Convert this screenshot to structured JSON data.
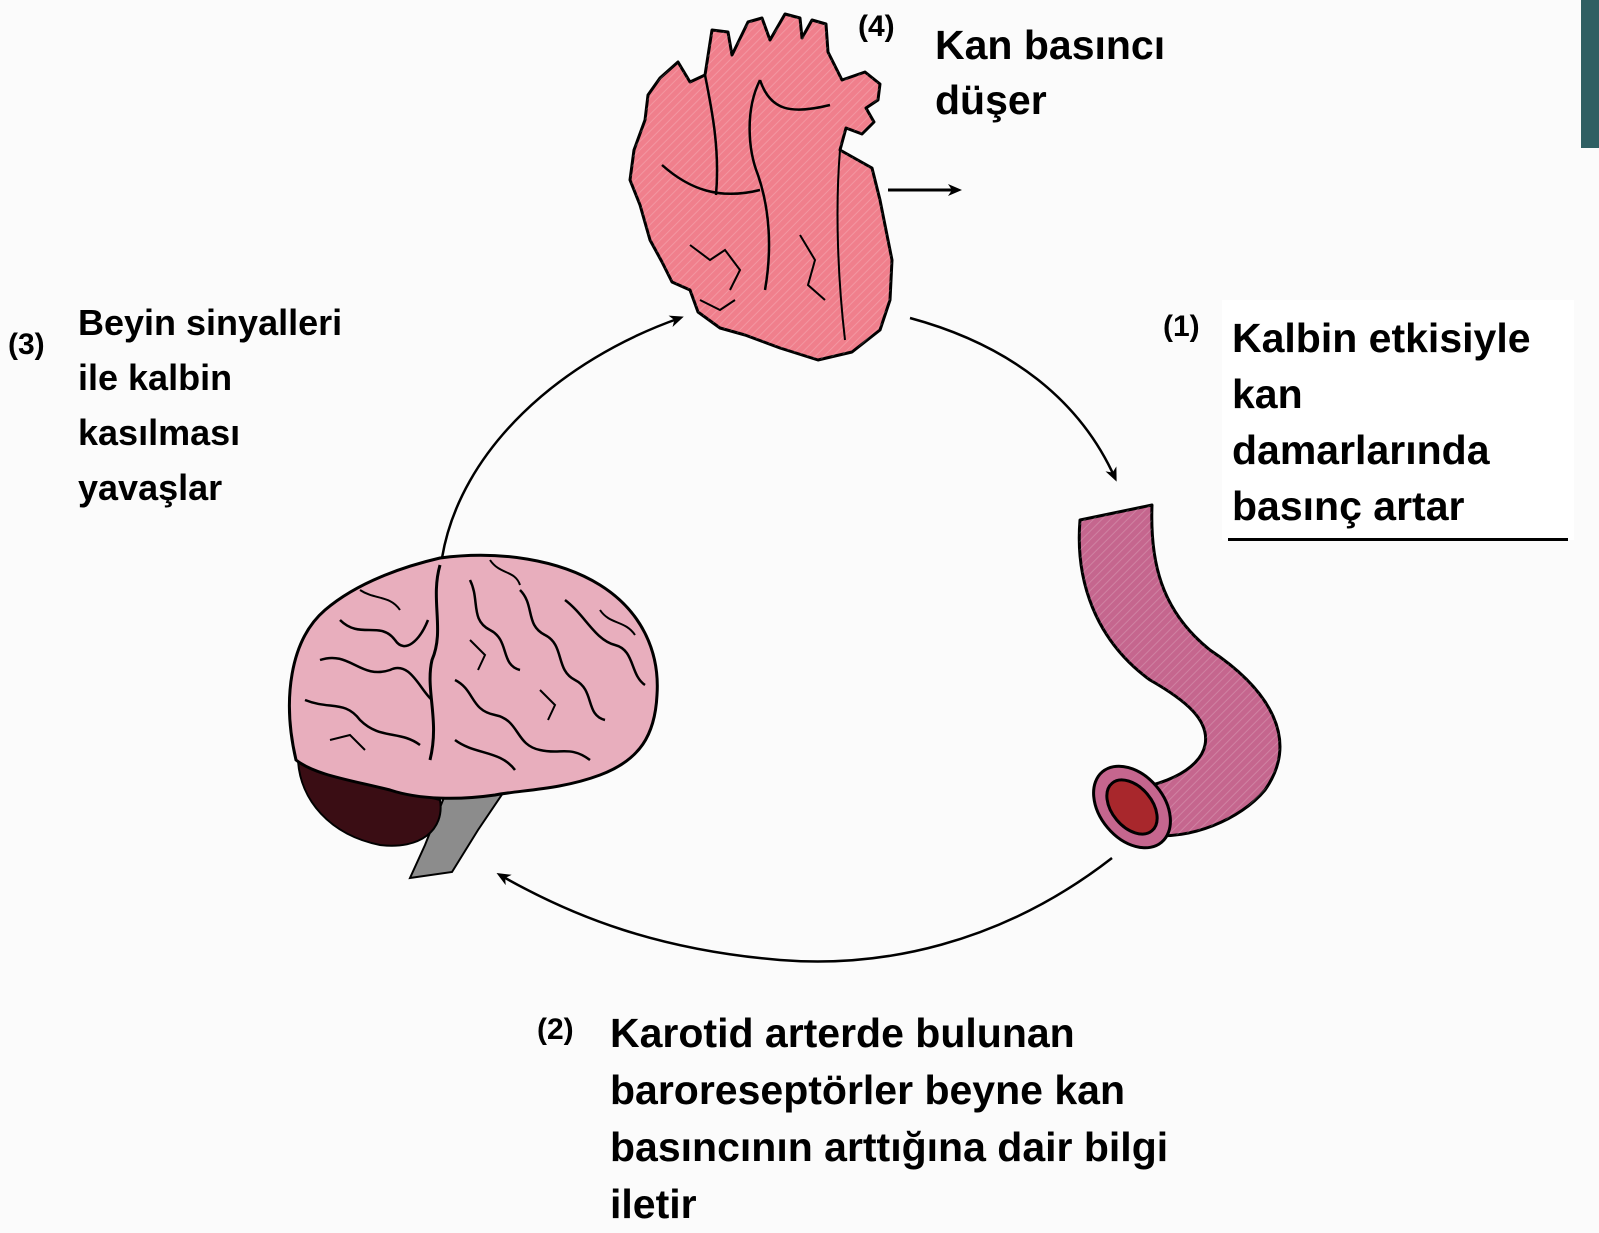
{
  "steps": [
    {
      "number": "(4)",
      "text": "Kan basıncı\n düşer"
    },
    {
      "number": "(3)",
      "text": "Beyin sinyalleri\nile kalbin\nkasılması\nyavaşlar"
    },
    {
      "number": "(1)",
      "text": "Kalbin etkisiyle\nkan\ndamarlarında\nbasınç artar"
    },
    {
      "number": "(2)",
      "text": "Karotid arterde bulunan\nbaroreseptörler beyne kan\nbasıncının arttığına dair bilgi\niletir"
    }
  ],
  "colors": {
    "heart": "#f07f8c",
    "vessel": "#c5668e",
    "vessel_lumen": "#a8272c",
    "brain": "#e8aebd",
    "cerebellum": "#3a0d14",
    "brainstem": "#8c8c8c",
    "corner_bar": "#2f5f63"
  },
  "icons": [
    "heart-icon",
    "blood-vessel-icon",
    "brain-icon",
    "arrow-icon"
  ]
}
